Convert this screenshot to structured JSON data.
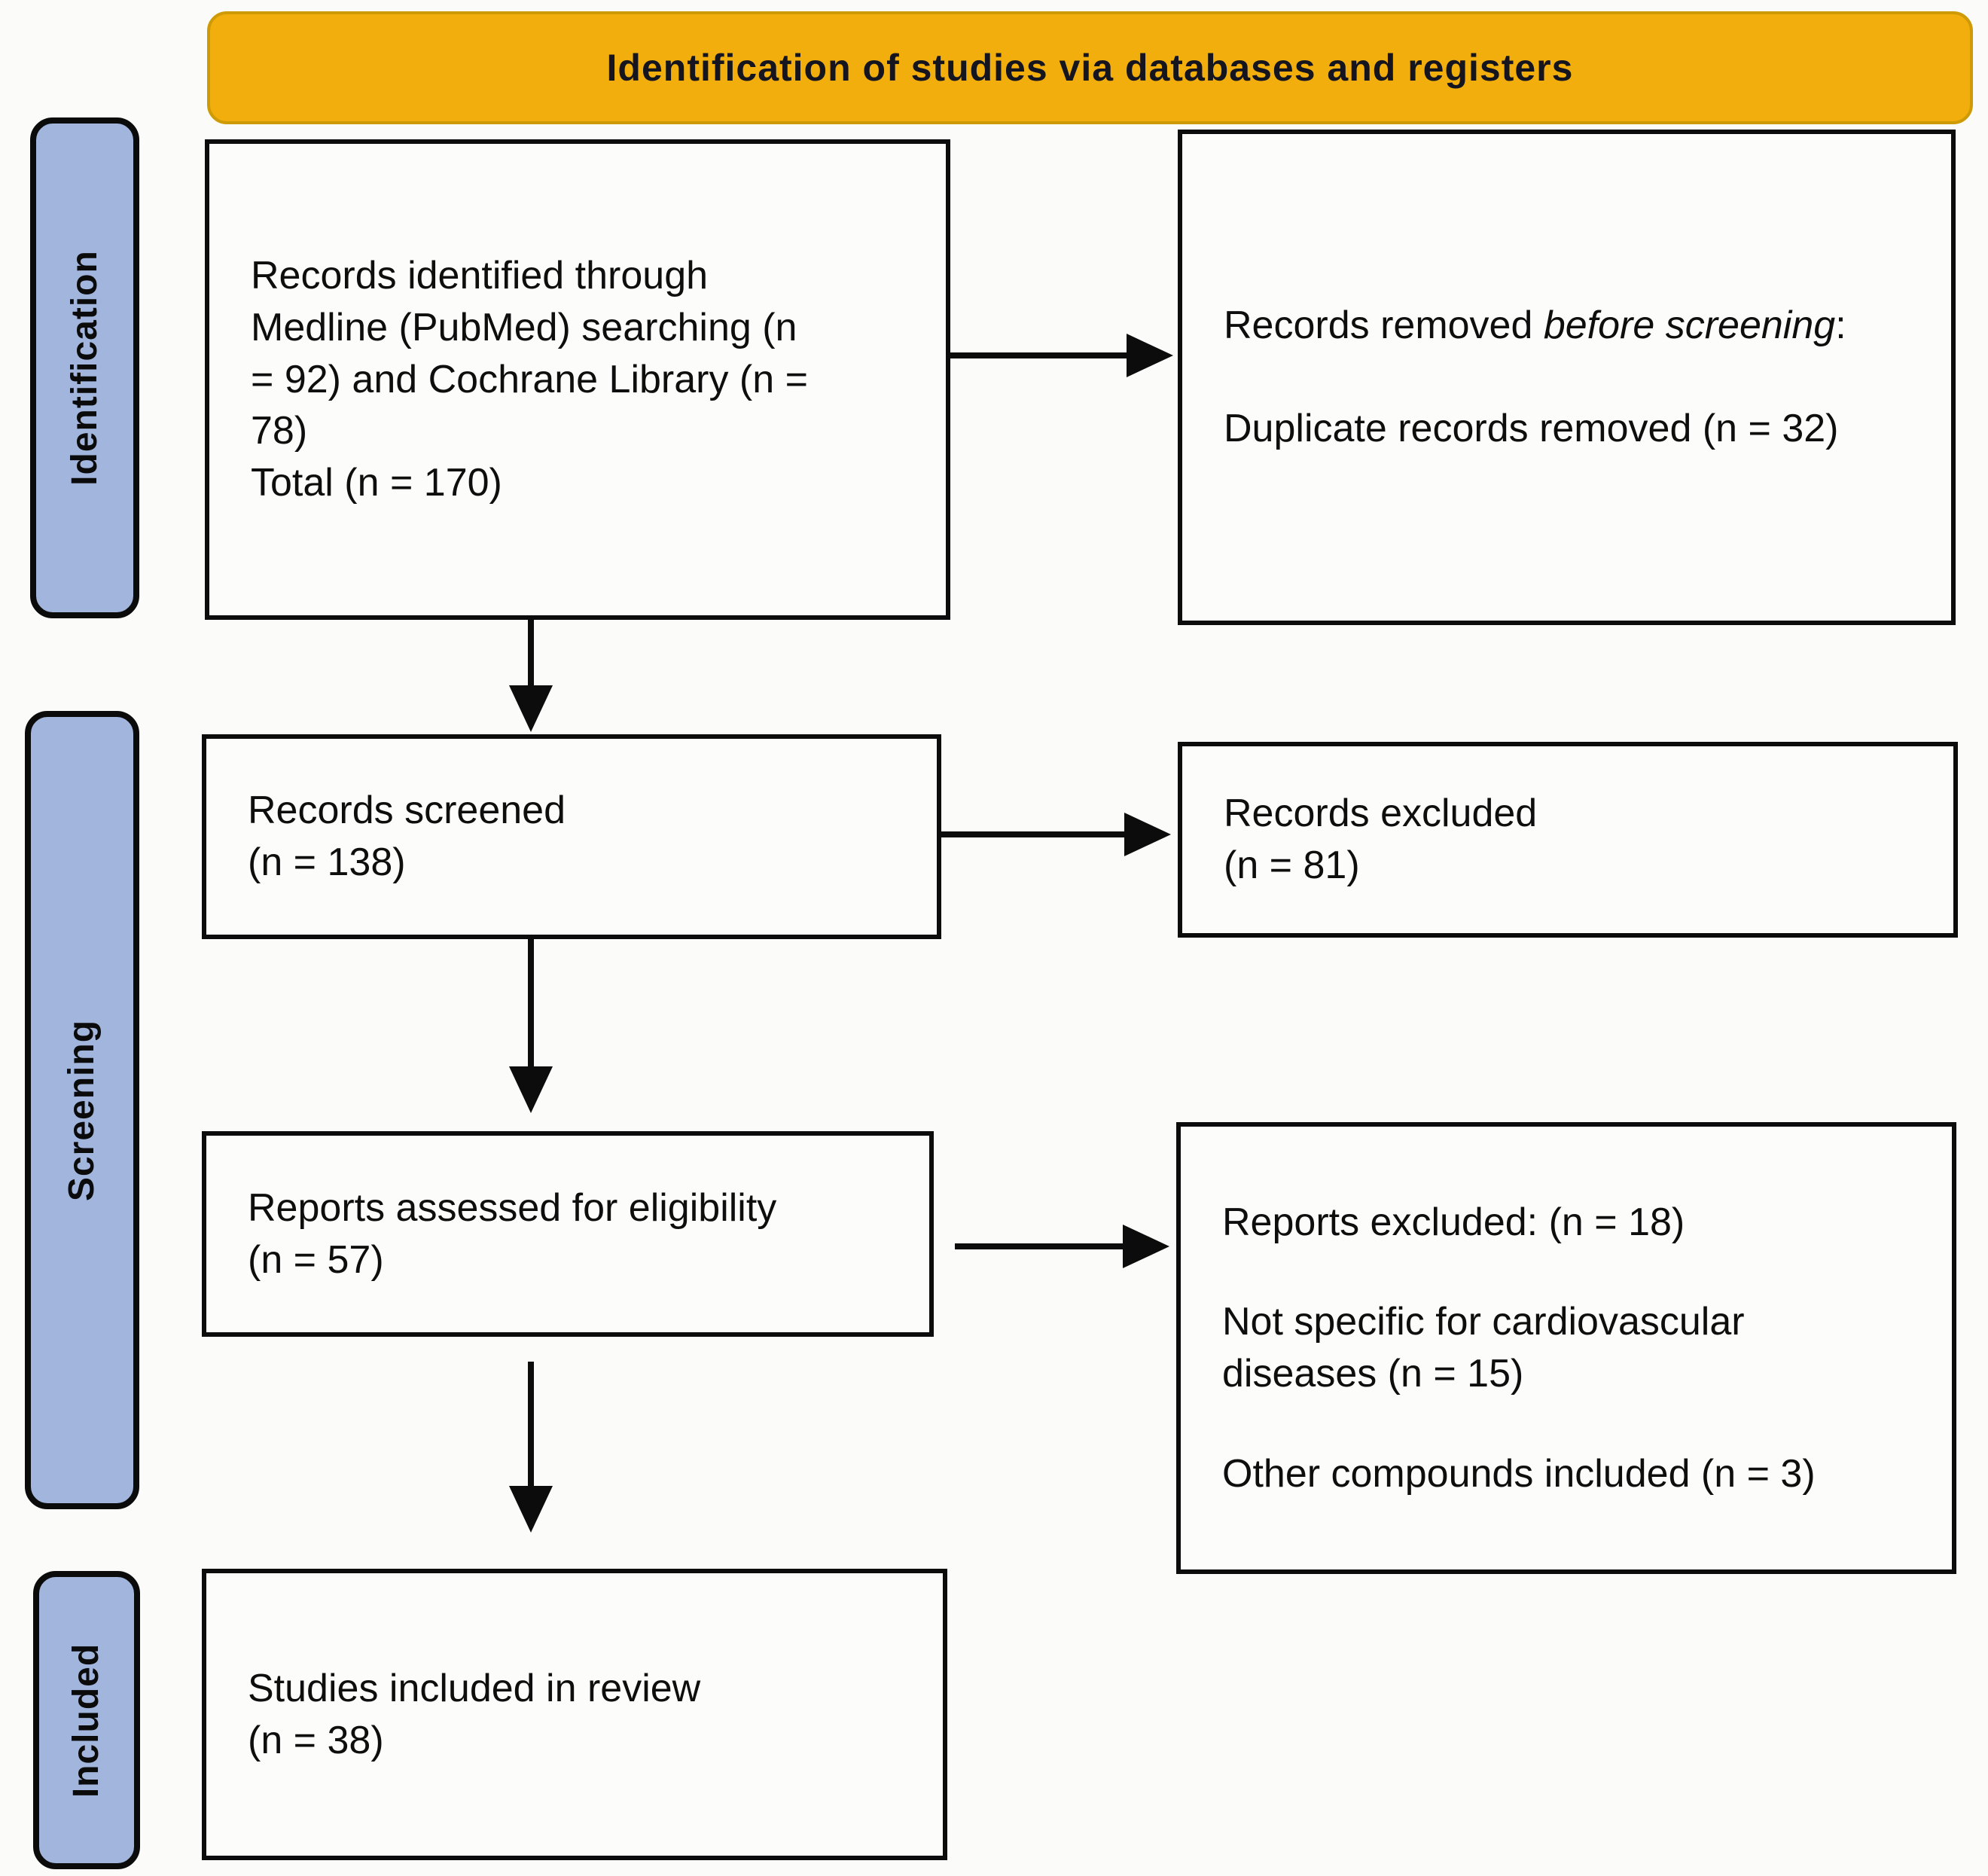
{
  "header": {
    "title": "Identification of studies via databases and registers"
  },
  "stages": [
    {
      "label": "Identification"
    },
    {
      "label": "Screening"
    },
    {
      "label": "Included"
    }
  ],
  "boxes": {
    "identified": {
      "text": "Records identified through\nMedline (PubMed) searching (n\n= 92) and Cochrane Library (n =\n78)\nTotal (n = 170)"
    },
    "removed": {
      "line1_prefix": "Records removed ",
      "line1_italic": "before screening",
      "line1_suffix": ":",
      "line2": "Duplicate records removed (n = 32)"
    },
    "screened": {
      "text": "Records screened\n(n = 138)"
    },
    "excluded": {
      "text": "Records excluded\n(n = 81)"
    },
    "assessed": {
      "text": "Reports assessed for eligibility\n(n = 57)"
    },
    "reports_excluded": {
      "lines": [
        "Reports excluded: (n = 18)",
        "Not specific for cardiovascular\ndiseases (n = 15)",
        "Other compounds included (n = 3)"
      ]
    },
    "included": {
      "text": "Studies included in review\n(n = 38)"
    }
  },
  "colors": {
    "banner_fill": "#F1AE0D",
    "banner_border": "#CE9B07",
    "banner_text": "#15151F",
    "stage_fill": "#A2B5DC",
    "box_background": "#FCFCFB",
    "border_and_arrows": "#0C0C0C",
    "page_background": "#FBFBFA"
  }
}
